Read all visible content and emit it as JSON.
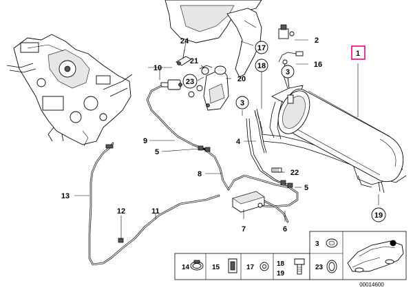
{
  "highlight_color": "#e8007f",
  "callouts": {
    "c1": "1",
    "c2": "2",
    "c3a": "3",
    "c3b": "3",
    "c4": "4",
    "c5a": "5",
    "c5b": "5",
    "c6": "6",
    "c7": "7",
    "c8": "8",
    "c9": "9",
    "c10": "10",
    "c11": "11",
    "c12": "12",
    "c13": "13",
    "c16": "16",
    "c17": "17",
    "c18": "18",
    "c19": "19",
    "c20": "20",
    "c21": "21",
    "c22": "22",
    "c23": "23",
    "c24": "24"
  },
  "legend": {
    "item3": "3",
    "item14": "14",
    "item15": "15",
    "item17": "17",
    "item18": "18",
    "item19": "19",
    "item23": "23"
  },
  "document_id": "00014600"
}
